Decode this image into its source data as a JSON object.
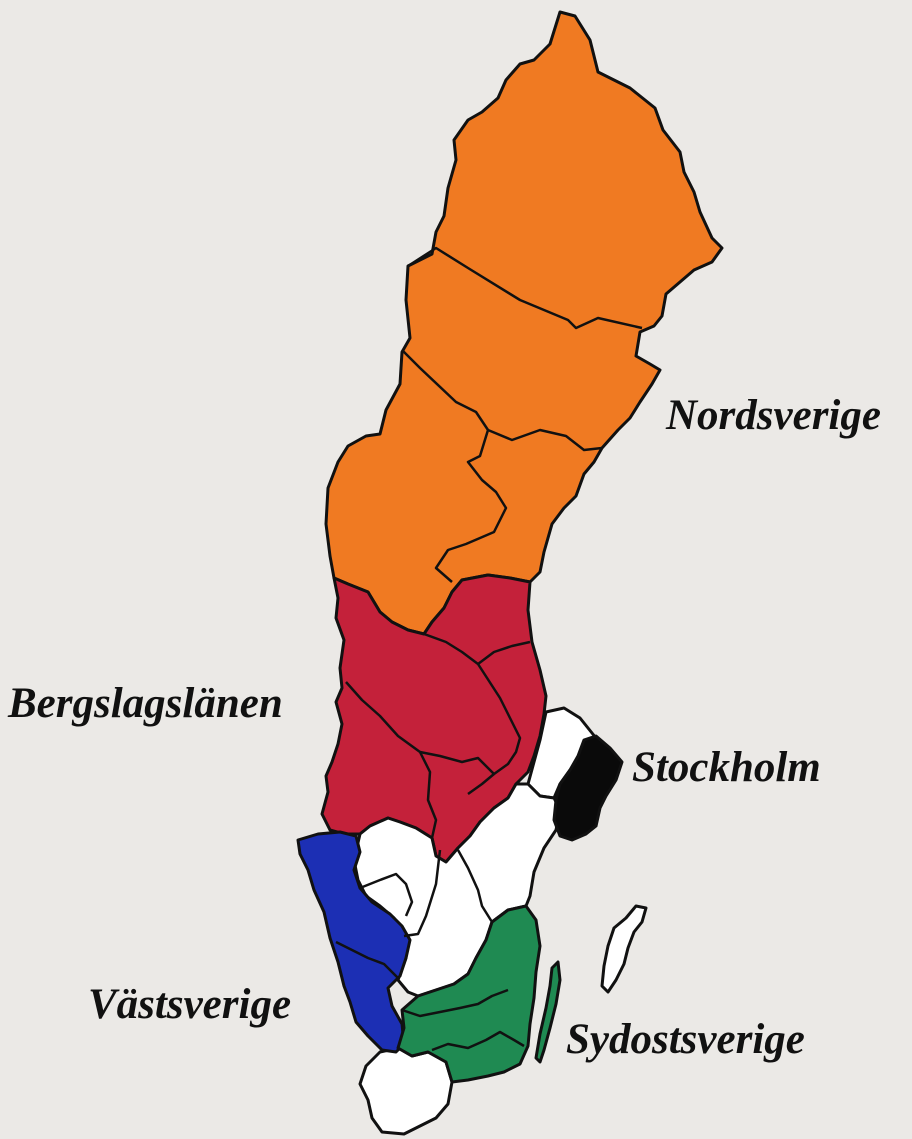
{
  "map": {
    "labels": {
      "nordsverige": "Nordsverige",
      "bergslagslanen": "Bergslagslänen",
      "stockholm": "Stockholm",
      "vastsverige": "Västsverige",
      "sydostsverige": "Sydostsverige"
    },
    "colors": {
      "nordsverige": "#f07a22",
      "bergslagslanen": "#c4213a",
      "stockholm": "#0a0a0a",
      "vastsverige": "#1c2fb4",
      "sydostsverige": "#1f8a52",
      "other": "#ffffff",
      "background": "#ebe9e6",
      "border": "#111111"
    }
  }
}
